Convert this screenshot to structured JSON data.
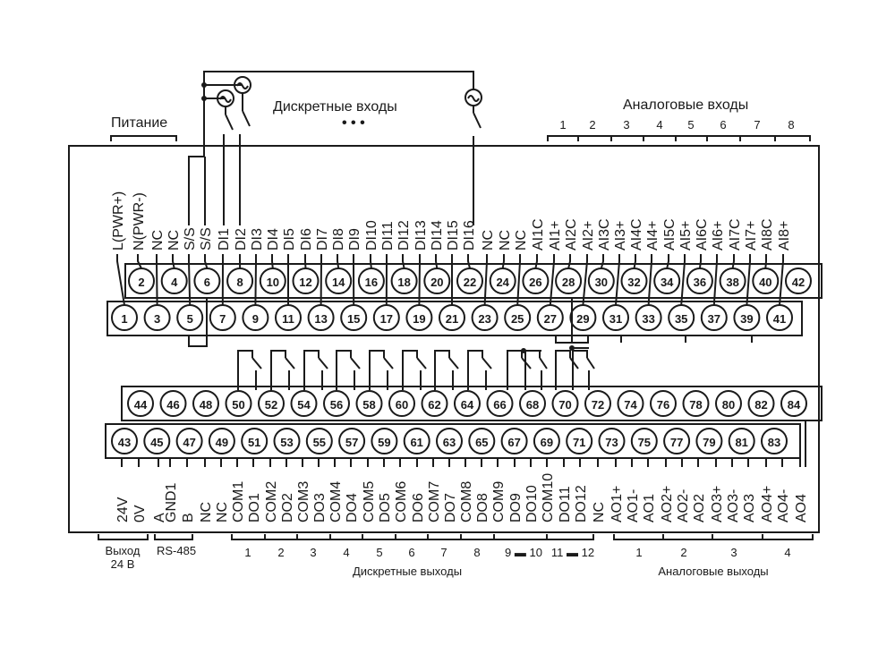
{
  "top_headers": {
    "power": "Питание",
    "discrete_inputs": "Дискретные входы",
    "ellipsis": "• • •",
    "analog_inputs": "Аналоговые входы",
    "analog_input_numbers": [
      "1",
      "2",
      "3",
      "4",
      "5",
      "6",
      "7",
      "8"
    ]
  },
  "top_even_terminals": [
    "2",
    "4",
    "6",
    "8",
    "10",
    "12",
    "14",
    "16",
    "18",
    "20",
    "22",
    "24",
    "26",
    "28",
    "30",
    "32",
    "34",
    "36",
    "38",
    "40",
    "42"
  ],
  "top_odd_terminals": [
    "1",
    "3",
    "5",
    "7",
    "9",
    "11",
    "13",
    "15",
    "17",
    "19",
    "21",
    "23",
    "25",
    "27",
    "29",
    "31",
    "33",
    "35",
    "37",
    "39",
    "41"
  ],
  "top_signal_labels": [
    "L(PWR+)",
    "N(PWR-)",
    "NC",
    "NC",
    "S/S",
    "S/S",
    "DI1",
    "DI2",
    "DI3",
    "DI4",
    "DI5",
    "DI6",
    "DI7",
    "DI8",
    "DI9",
    "DI10",
    "DI11",
    "DI12",
    "DI13",
    "DI14",
    "DI15",
    "DI16",
    "NC",
    "NC",
    "NC",
    "AI1C",
    "AI1+",
    "AI2C",
    "AI2+",
    "AI3C",
    "AI3+",
    "AI4C",
    "AI4+",
    "AI5C",
    "AI5+",
    "AI6C",
    "AI6+",
    "AI7C",
    "AI7+",
    "AI8C",
    "AI8+"
  ],
  "bottom_even_terminals": [
    "44",
    "46",
    "48",
    "50",
    "52",
    "54",
    "56",
    "58",
    "60",
    "62",
    "64",
    "66",
    "68",
    "70",
    "72",
    "74",
    "76",
    "78",
    "80",
    "82",
    "84"
  ],
  "bottom_odd_terminals": [
    "43",
    "45",
    "47",
    "49",
    "51",
    "53",
    "55",
    "57",
    "59",
    "61",
    "63",
    "65",
    "67",
    "69",
    "71",
    "73",
    "75",
    "77",
    "79",
    "81",
    "83"
  ],
  "bottom_signal_labels": [
    "24V",
    "0V",
    "A",
    "GND1",
    "B",
    "NC",
    "NC",
    "COM1",
    "DO1",
    "COM2",
    "DO2",
    "COM3",
    "DO3",
    "COM4",
    "DO4",
    "COM5",
    "DO5",
    "COM6",
    "DO6",
    "COM7",
    "DO7",
    "COM8",
    "DO8",
    "COM9",
    "DO9",
    "DO10",
    "COM10",
    "DO11",
    "DO12",
    "NC",
    "AO1+",
    "AO1-",
    "AO1",
    "AO2+",
    "AO2-",
    "AO2",
    "AO3+",
    "AO3-",
    "AO3",
    "AO4+",
    "AO4-",
    "AO4"
  ],
  "bottom_headers": {
    "output_24v": "Выход\n24 В",
    "rs485": "RS-485",
    "discrete_outputs": "Дискретные выходы",
    "discrete_output_numbers": [
      "1",
      "2",
      "3",
      "4",
      "5",
      "6",
      "7",
      "8",
      "9 ▬ 10",
      "11 ▬ 12"
    ],
    "analog_outputs": "Аналоговые выходы",
    "analog_output_numbers": [
      "1",
      "2",
      "3",
      "4"
    ]
  }
}
